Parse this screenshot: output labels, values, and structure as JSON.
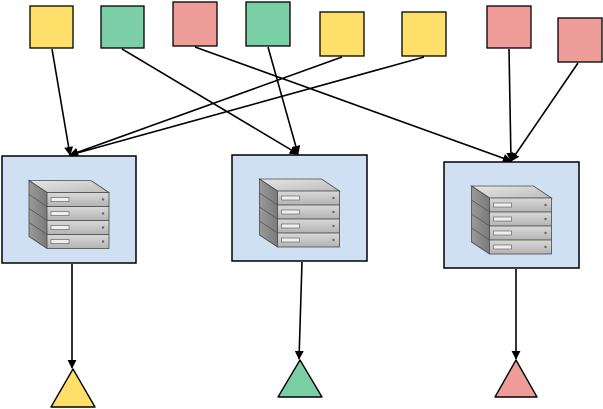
{
  "diagram": {
    "palette": {
      "yellow": "#FEDF6A",
      "green": "#7ACFA7",
      "red": "#EE9C98",
      "panel": "#CFE0F3",
      "stroke": "#000000"
    },
    "sources": [
      {
        "id": "s1",
        "color": "yellow",
        "target": "p1"
      },
      {
        "id": "s2",
        "color": "green",
        "target": "p2"
      },
      {
        "id": "s3",
        "color": "red",
        "target": "p3"
      },
      {
        "id": "s4",
        "color": "green",
        "target": "p2"
      },
      {
        "id": "s5",
        "color": "yellow",
        "target": "p1"
      },
      {
        "id": "s6",
        "color": "yellow",
        "target": "p1"
      },
      {
        "id": "s7",
        "color": "red",
        "target": "p3"
      },
      {
        "id": "s8",
        "color": "red",
        "target": "p3"
      }
    ],
    "servers": [
      {
        "id": "p1",
        "icon": "server-rack-icon",
        "output": "yellow"
      },
      {
        "id": "p2",
        "icon": "server-rack-icon",
        "output": "green"
      },
      {
        "id": "p3",
        "icon": "server-rack-icon",
        "output": "red"
      }
    ],
    "output_shape": "triangle"
  }
}
